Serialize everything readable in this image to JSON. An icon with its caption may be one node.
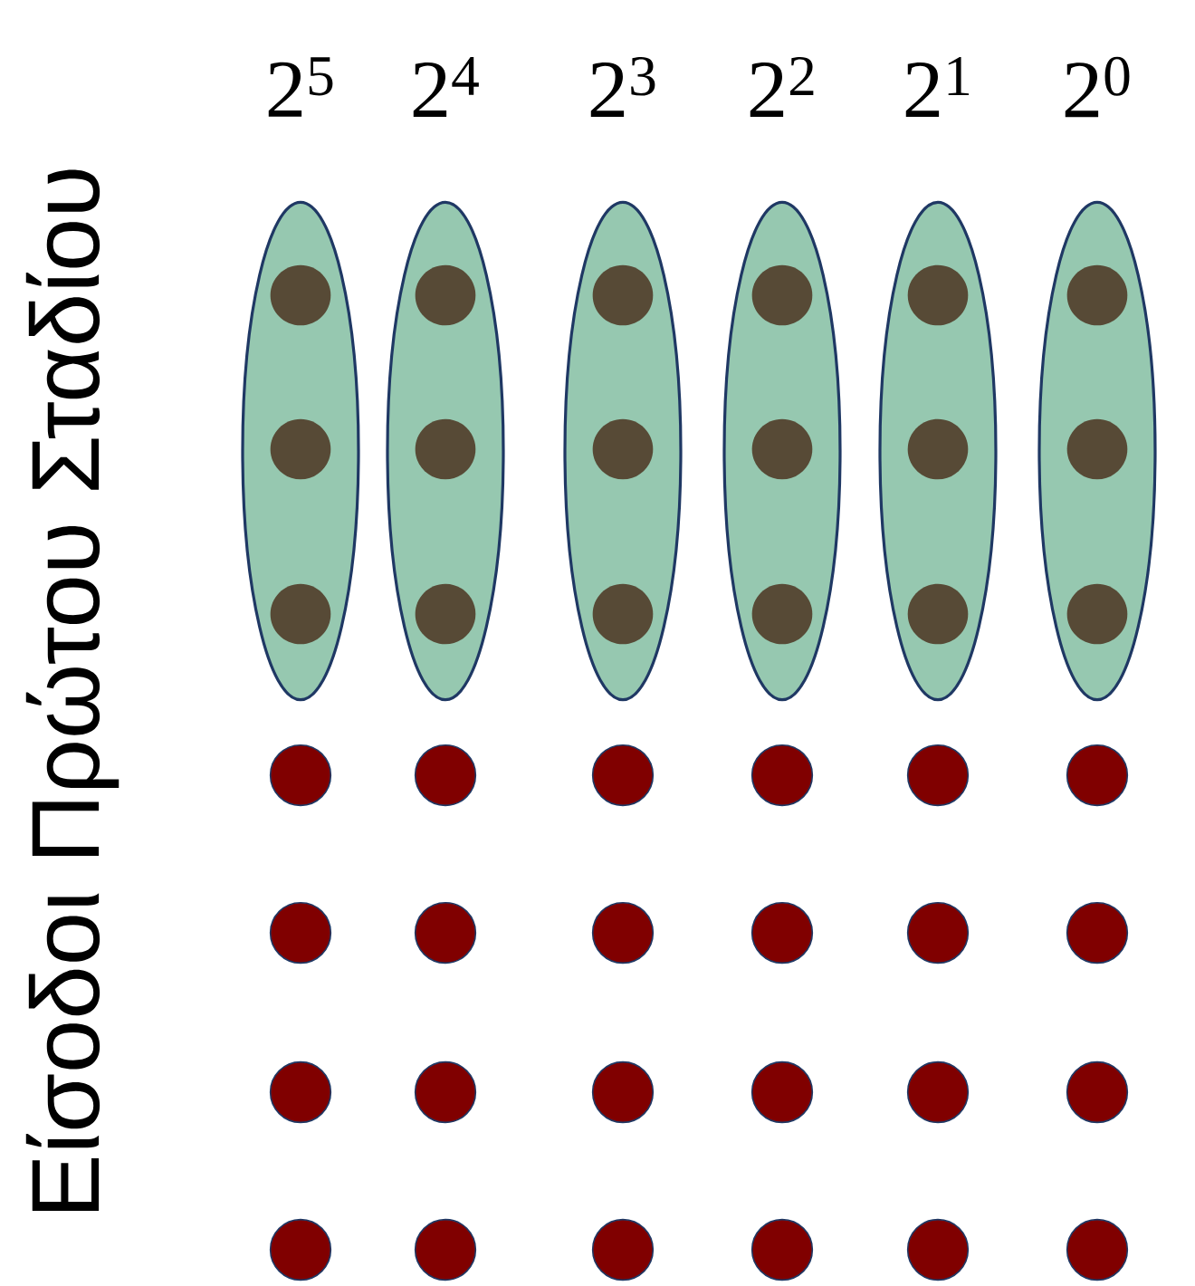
{
  "diagram": {
    "nodes": [
      {
        "text": [
          "2$^{5}$"
        ]
      },
      {
        "text": [
          "2$^{4}$"
        ]
      },
      {
        "text": [
          "2$^{3}$"
        ]
      },
      {
        "text": [
          "2$^{2}$"
        ]
      },
      {
        "text": [
          "2$^{1}$"
        ]
      },
      {
        "text": [
          "2$^{0}$"
        ]
      }
    ],
    "labels": [
      "Είσοδοι Πρώτου Σταδίου"
    ]
  }
}
